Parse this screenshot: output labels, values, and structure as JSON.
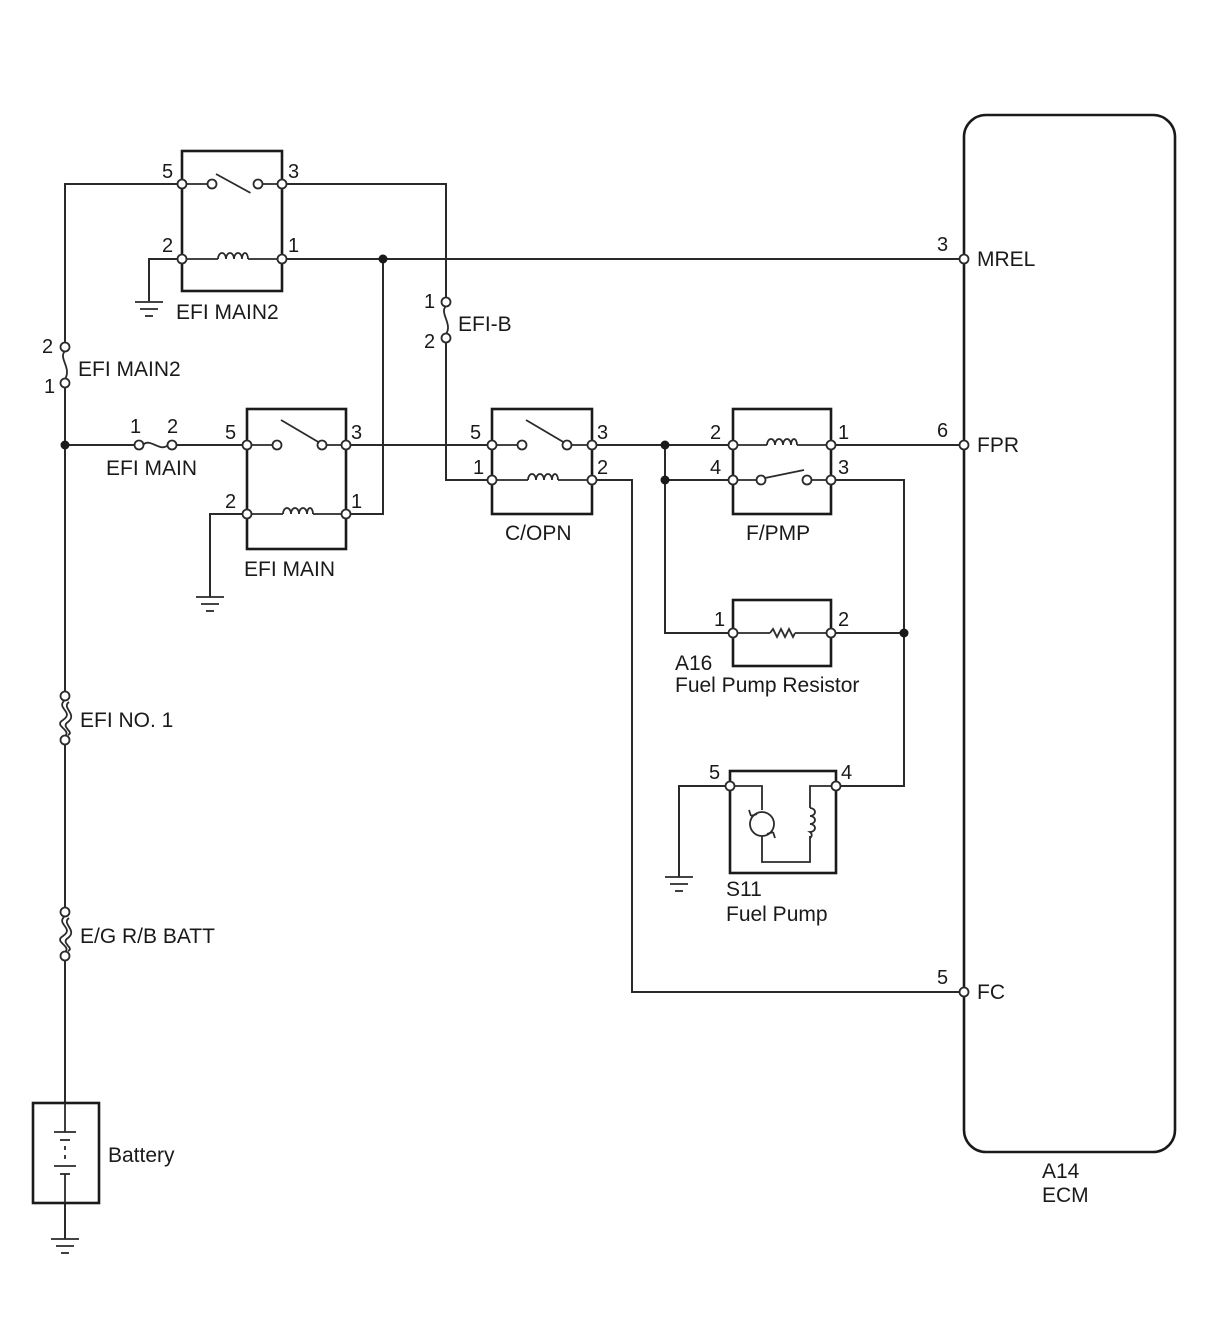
{
  "relays": {
    "efi_main2": {
      "label": "EFI MAIN2",
      "pins": {
        "switch_in": "5",
        "switch_out": "3",
        "coil_gnd": "2",
        "coil_feed": "1"
      }
    },
    "efi_main": {
      "label": "EFI MAIN",
      "pins": {
        "switch_in": "5",
        "switch_out": "3",
        "coil_gnd": "2",
        "coil_feed": "1"
      }
    },
    "c_opn": {
      "label": "C/OPN",
      "pins": {
        "switch_in": "5",
        "switch_out": "3",
        "coil_in": "1",
        "coil_out": "2"
      }
    },
    "f_pmp": {
      "label": "F/PMP",
      "pins": {
        "coil_in": "2",
        "coil_out": "1",
        "switch_in": "4",
        "switch_out": "3"
      }
    }
  },
  "fuses": {
    "efi_main2": {
      "label": "EFI MAIN2",
      "pin_top": "2",
      "pin_bottom": "1"
    },
    "efi_b": {
      "label": "EFI-B",
      "pin_top": "1",
      "pin_bottom": "2"
    },
    "efi_main": {
      "label": "EFI MAIN",
      "pin_left": "1",
      "pin_right": "2"
    },
    "efi_no1": {
      "label": "EFI NO. 1"
    },
    "eg_rb_batt": {
      "label": "E/G R/B BATT"
    }
  },
  "resistor": {
    "code": "A16",
    "name": "Fuel Pump Resistor",
    "pin_left": "1",
    "pin_right": "2"
  },
  "fuel_pump": {
    "code": "S11",
    "name": "Fuel Pump",
    "pin_left": "5",
    "pin_right": "4"
  },
  "battery": {
    "label": "Battery"
  },
  "ecm": {
    "code": "A14",
    "name": "ECM",
    "terminals": [
      {
        "pin": "3",
        "name": "MREL"
      },
      {
        "pin": "6",
        "name": "FPR"
      },
      {
        "pin": "5",
        "name": "FC"
      }
    ]
  }
}
